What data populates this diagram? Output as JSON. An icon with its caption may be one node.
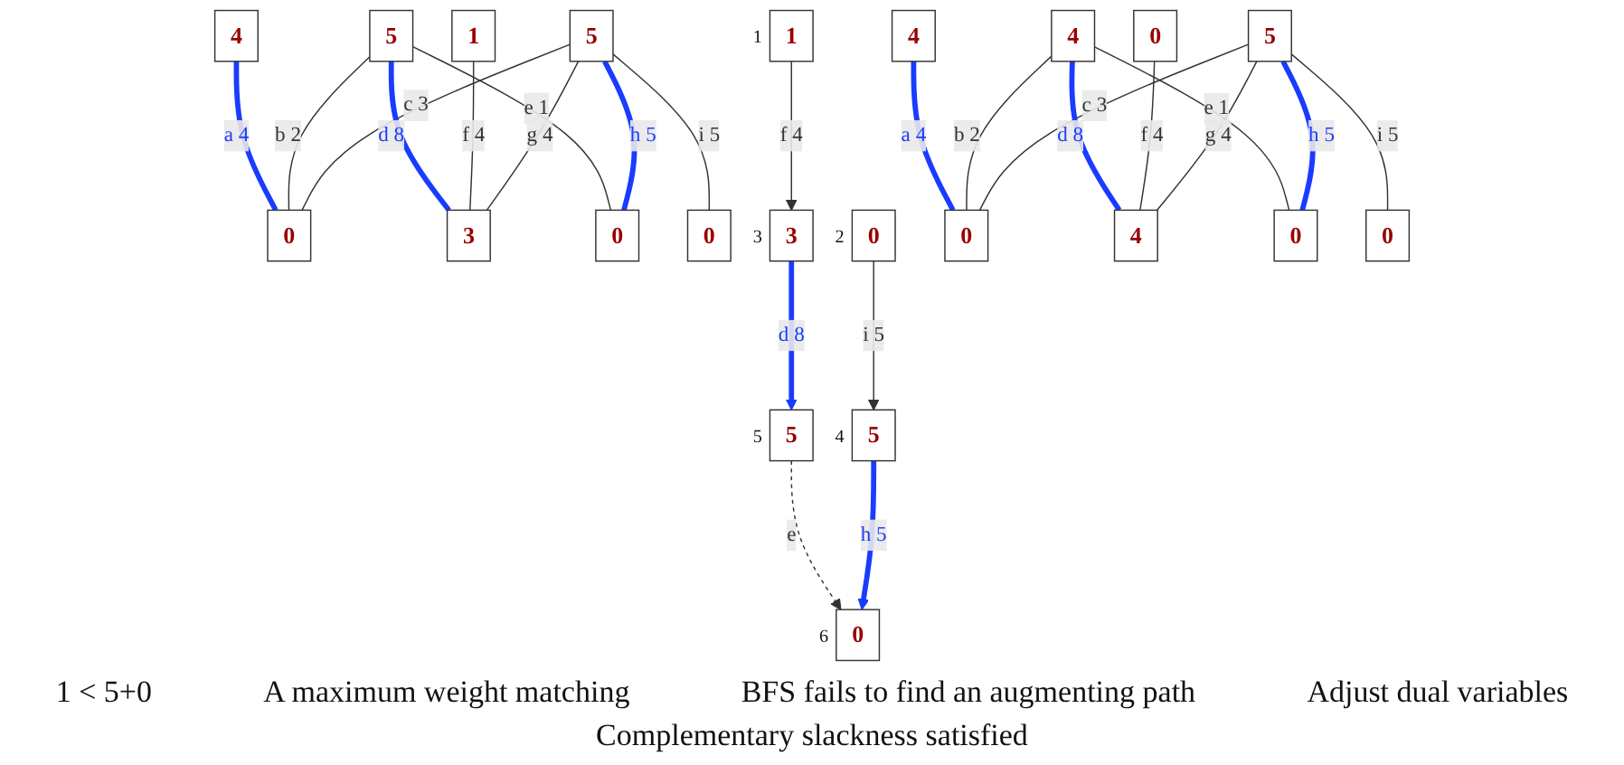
{
  "diagram": {
    "nodes": [
      {
        "text": [
          "4"
        ]
      },
      {
        "text": [
          "5"
        ]
      },
      {
        "text": [
          "1"
        ]
      },
      {
        "text": [
          "5"
        ]
      },
      {
        "text": [
          "0"
        ]
      },
      {
        "text": [
          "3"
        ]
      },
      {
        "text": [
          "0"
        ]
      },
      {
        "text": [
          "0"
        ]
      },
      {
        "text": [
          "1"
        ],
        "beside": [
          "1"
        ]
      },
      {
        "text": [
          "3"
        ],
        "beside": [
          "3"
        ]
      },
      {
        "text": [
          "5"
        ],
        "beside": [
          "5"
        ]
      },
      {
        "text": [
          "0"
        ],
        "beside": [
          "2"
        ]
      },
      {
        "text": [
          "5"
        ],
        "beside": [
          "4"
        ]
      },
      {
        "text": [
          "0"
        ],
        "beside": [
          "6"
        ]
      },
      {
        "text": [
          "4"
        ]
      },
      {
        "text": [
          "4"
        ]
      },
      {
        "text": [
          "0"
        ]
      },
      {
        "text": [
          "5"
        ]
      },
      {
        "text": [
          "0"
        ]
      },
      {
        "text": [
          "4"
        ]
      },
      {
        "text": [
          "0"
        ]
      },
      {
        "text": [
          "0"
        ]
      }
    ],
    "edges": [
      {
        "from": 0,
        "to": 4,
        "arrow": "none",
        "label": "a 4",
        "style": "thick",
        "color": "#1a3cff"
      },
      {
        "from": 1,
        "to": 4,
        "arrow": "none",
        "label": "b 2"
      },
      {
        "from": 3,
        "to": 4,
        "arrow": "none",
        "label": "c 3"
      },
      {
        "from": 1,
        "to": 5,
        "arrow": "none",
        "label": "d 8",
        "style": "thick",
        "color": "#1a3cff"
      },
      {
        "from": 1,
        "to": 6,
        "arrow": "none",
        "label": "e 1"
      },
      {
        "from": 2,
        "to": 5,
        "arrow": "none",
        "label": "f 4"
      },
      {
        "from": 3,
        "to": 5,
        "arrow": "none",
        "label": "g 4"
      },
      {
        "from": 3,
        "to": 6,
        "arrow": "none",
        "label": "h 5",
        "style": "thick",
        "color": "#1a3cff"
      },
      {
        "from": 3,
        "to": 7,
        "arrow": "none",
        "label": "i 5"
      },
      {
        "from": 8,
        "to": 9,
        "arrow": "to",
        "label": "f 4"
      },
      {
        "from": 9,
        "to": 10,
        "arrow": "to",
        "label": "d 8",
        "style": "thick",
        "color": "#1a3cff"
      },
      {
        "from": 10,
        "to": 13,
        "arrow": "to",
        "label": "e",
        "style": "dashed"
      },
      {
        "from": 11,
        "to": 12,
        "arrow": "to",
        "label": "i 5"
      },
      {
        "from": 12,
        "to": 13,
        "arrow": "to",
        "label": "h 5",
        "style": "thick",
        "color": "#1a3cff"
      },
      {
        "from": 14,
        "to": 18,
        "arrow": "none",
        "label": "a 4",
        "style": "thick",
        "color": "#1a3cff"
      },
      {
        "from": 15,
        "to": 18,
        "arrow": "none",
        "label": "b 2"
      },
      {
        "from": 17,
        "to": 18,
        "arrow": "none",
        "label": "c 3"
      },
      {
        "from": 15,
        "to": 19,
        "arrow": "none",
        "label": "d 8",
        "style": "thick",
        "color": "#1a3cff"
      },
      {
        "from": 15,
        "to": 20,
        "arrow": "none",
        "label": "e 1"
      },
      {
        "from": 16,
        "to": 19,
        "arrow": "none",
        "label": "f 4"
      },
      {
        "from": 17,
        "to": 19,
        "arrow": "none",
        "label": "g 4"
      },
      {
        "from": 17,
        "to": 20,
        "arrow": "none",
        "label": "h 5",
        "style": "thick",
        "color": "#1a3cff"
      },
      {
        "from": 17,
        "to": 21,
        "arrow": "none",
        "label": "i 5"
      }
    ],
    "labels": [
      "1 < 5+0",
      "A maximum weight matching",
      "BFS fails to find an augmenting path",
      "Adjust dual variables",
      "Complementary slackness satisfied"
    ]
  }
}
